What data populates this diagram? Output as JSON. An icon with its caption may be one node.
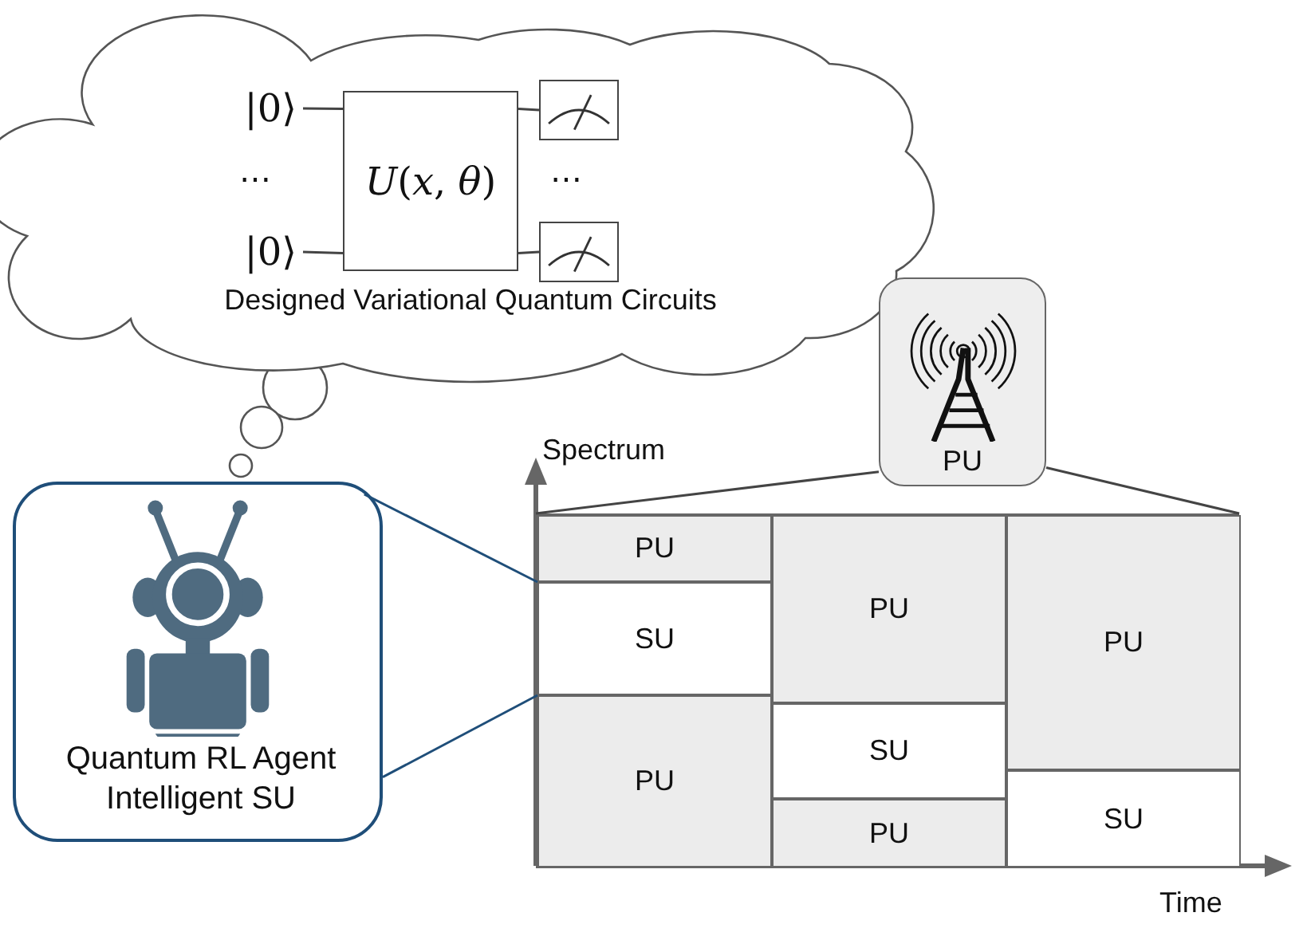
{
  "diagram": {
    "nodes": [
      {
        "text": [
          "Designed Variational Quantum Circuits"
        ]
      },
      {
        "text": [
          "|0⟩"
        ],
        "in": 0
      },
      {
        "text": [
          "|0⟩"
        ],
        "in": 0
      },
      {
        "text": [
          "*U*(*x*, *θ*)"
        ],
        "in": 0
      },
      {
        "text": [],
        "shape": "box",
        "in": 0
      },
      {
        "text": [],
        "shape": "box",
        "in": 0
      },
      {
        "text": [
          "Quantum RL Agent Intelligent SU"
        ]
      },
      {
        "text": [
          "PU"
        ]
      },
      {
        "text": [],
        "shape": "box"
      },
      {
        "text": [
          "PU"
        ],
        "in": 8
      },
      {
        "text": [
          "SU"
        ],
        "in": 8
      },
      {
        "text": [
          "PU"
        ],
        "in": 8
      },
      {
        "text": [
          "PU"
        ],
        "in": 8
      },
      {
        "text": [
          "SU"
        ],
        "in": 8
      },
      {
        "text": [
          "PU"
        ],
        "in": 8
      },
      {
        "text": [
          "PU"
        ],
        "in": 8
      },
      {
        "text": [
          "SU"
        ],
        "in": 8
      }
    ],
    "edges": [
      {
        "from": 1,
        "to": 3,
        "arrow": "none"
      },
      {
        "from": 2,
        "to": 3,
        "arrow": "none"
      },
      {
        "from": 3,
        "to": 4,
        "arrow": "none"
      },
      {
        "from": 3,
        "to": 5,
        "arrow": "none"
      },
      {
        "from": 6,
        "to": 10,
        "arrow": "none",
        "color": "#1f4e79"
      },
      {
        "from": 6,
        "to": 10,
        "arrow": "none",
        "color": "#1f4e79"
      },
      {
        "from": 7,
        "to": 8,
        "arrow": "none"
      },
      {
        "from": 7,
        "to": 8,
        "arrow": "none"
      }
    ],
    "labels": [
      "⋯",
      "⋯",
      "Spectrum",
      "Time"
    ]
  }
}
